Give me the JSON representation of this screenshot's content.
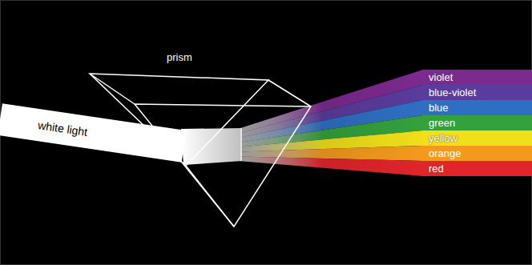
{
  "diagram": {
    "nodes": [
      {
        "text": [
          "white light"
        ]
      },
      {
        "text": [
          "violet"
        ]
      },
      {
        "text": [
          "blue-violet"
        ]
      },
      {
        "text": [
          "blue"
        ]
      },
      {
        "text": [
          "green"
        ]
      },
      {
        "text": [
          "yellow"
        ]
      },
      {
        "text": [
          "orange"
        ]
      },
      {
        "text": [
          "red"
        ]
      }
    ],
    "labels": [
      "prism"
    ]
  }
}
